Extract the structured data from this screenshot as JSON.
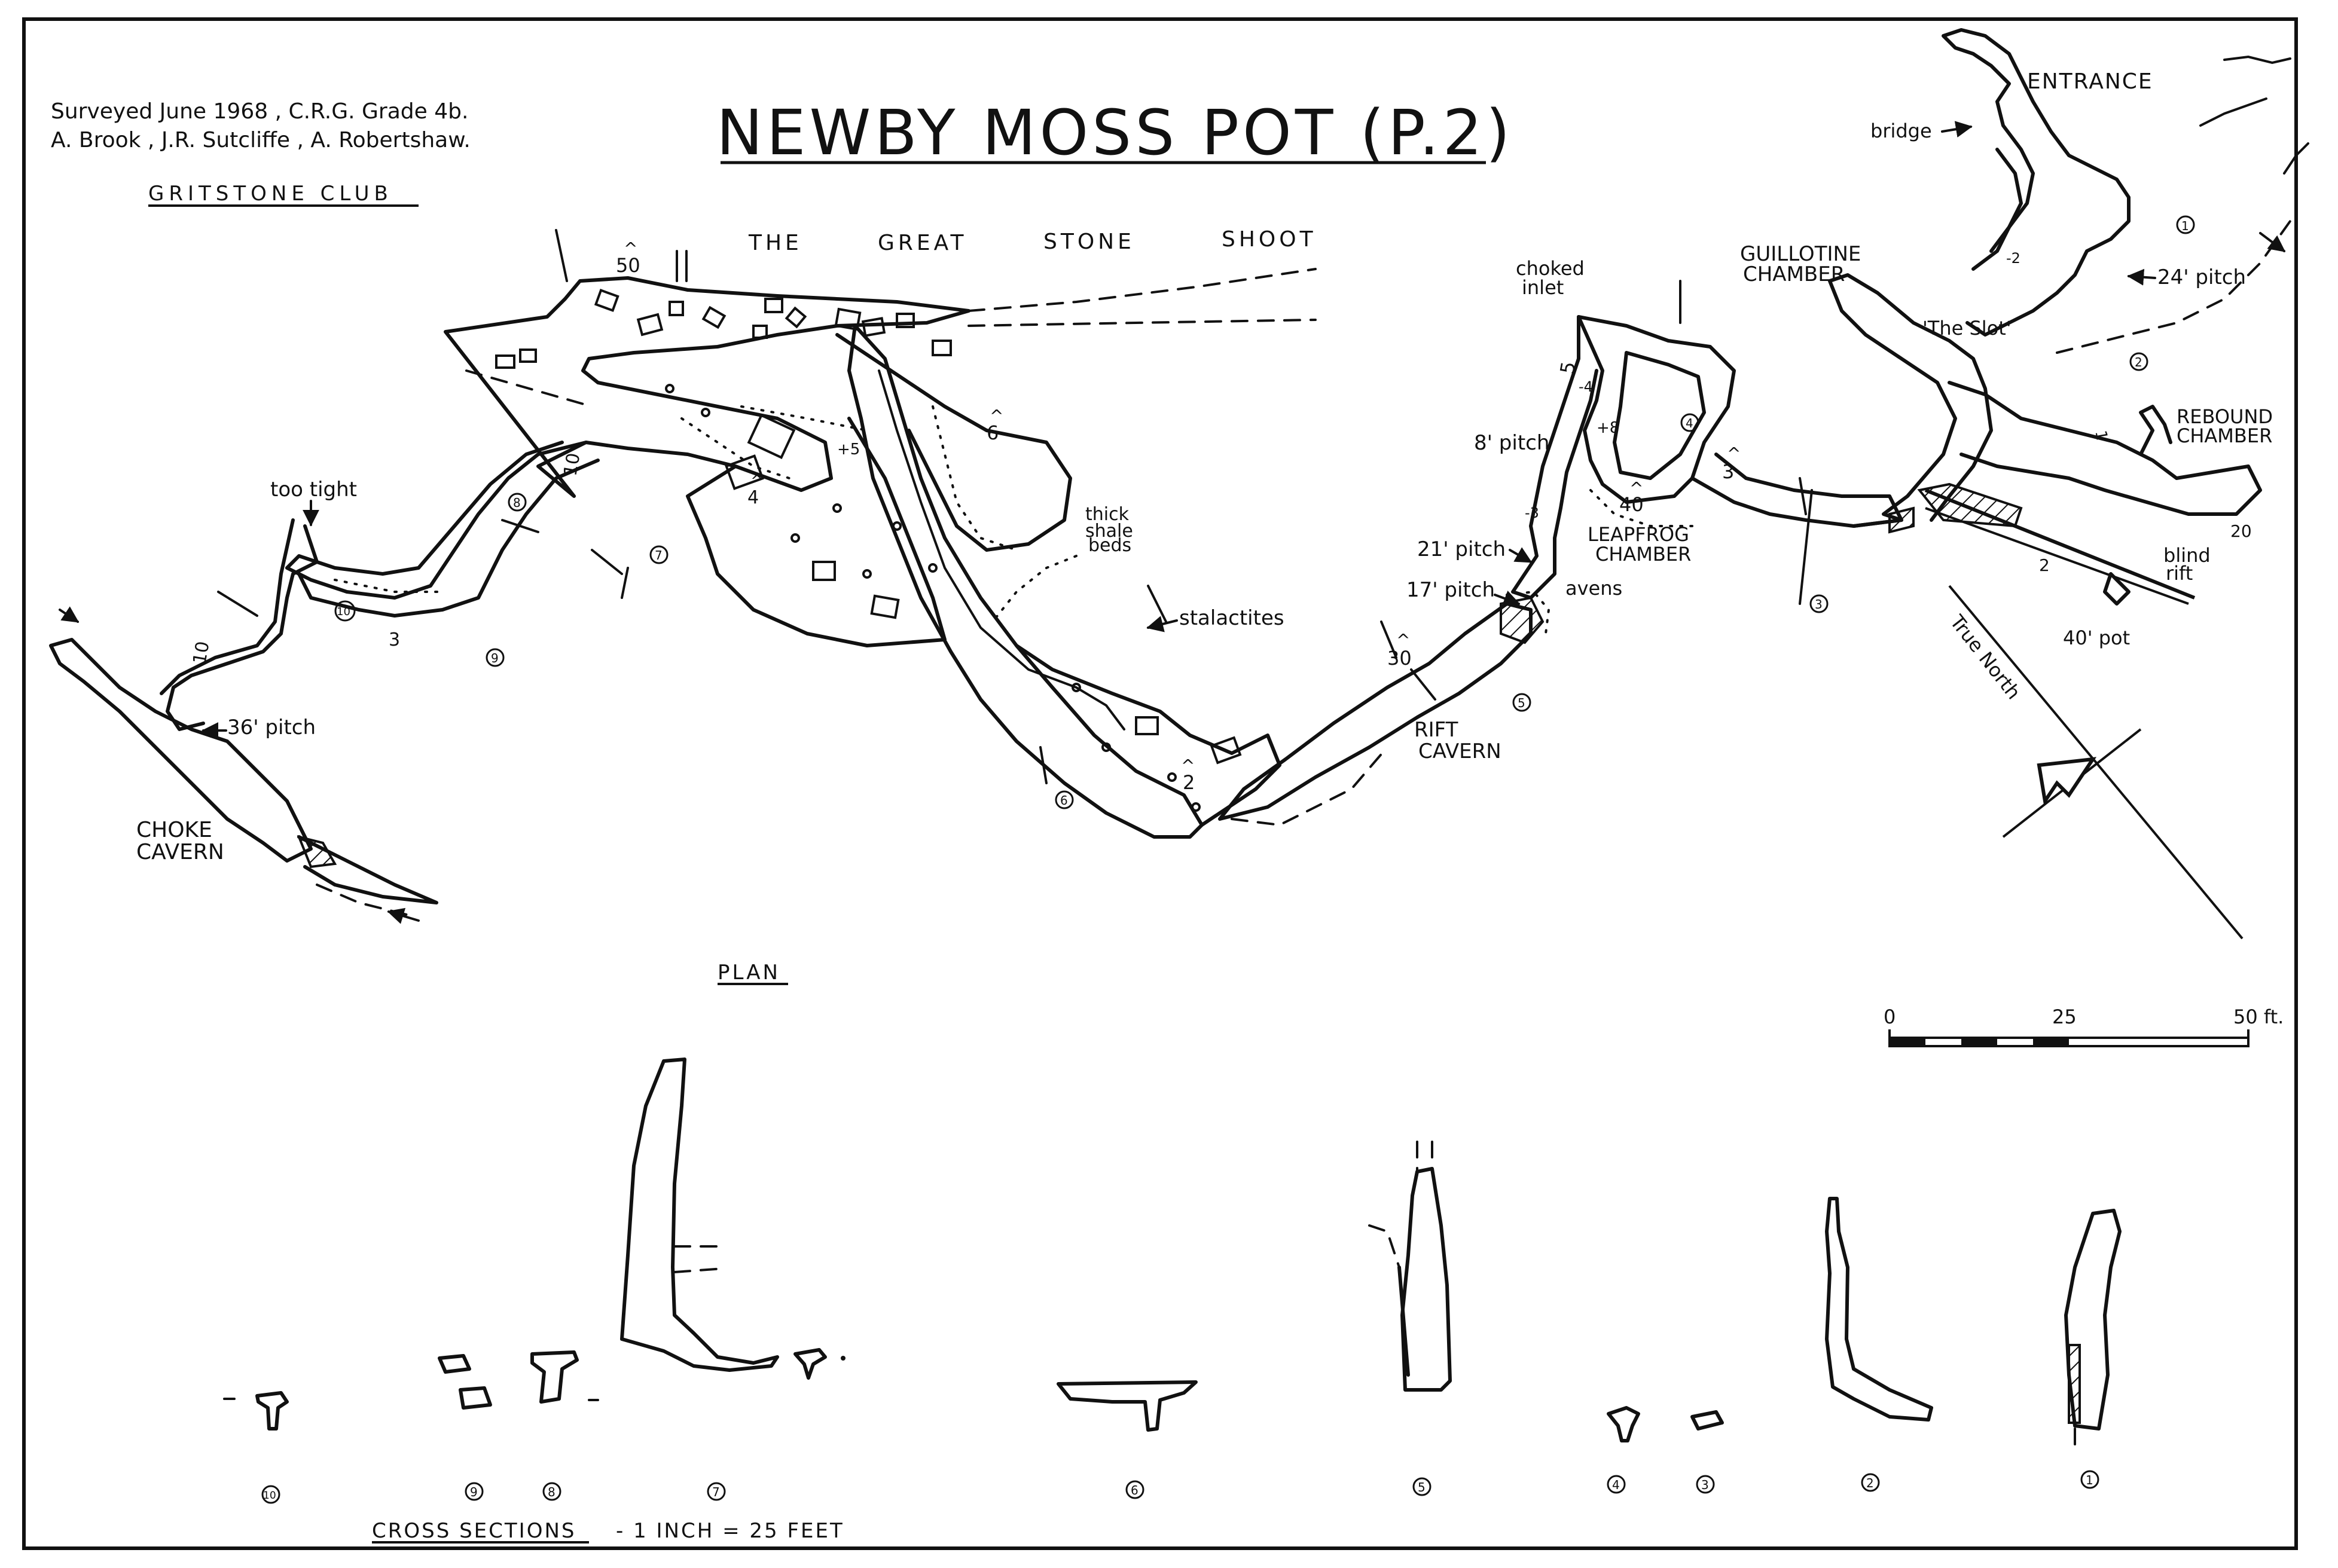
{
  "survey_note": {
    "line1": "Surveyed June 1968 , C.R.G. Grade 4b.",
    "line2": "A. Brook , J.R. Sutcliffe , A. Robertshaw.",
    "club": "GRITSTONE CLUB"
  },
  "title": "NEWBY MOSS POT (P.2)",
  "plan_label": "PLAN",
  "cross_sections_caption": {
    "label": "CROSS SECTIONS",
    "scale": "-  1 INCH  = 25 FEET"
  },
  "scale_bar": {
    "ticks": [
      "0",
      "25",
      "50 ft."
    ],
    "unit": "ft",
    "max_value": 50
  },
  "north_arrow": {
    "label": "True North"
  },
  "features": {
    "the_great_stone_shoot": [
      "THE",
      "GREAT",
      "STONE",
      "SHOOT"
    ],
    "entrance": "ENTRANCE",
    "bridge": "bridge",
    "guillotine_chamber": [
      "GUILLOTINE",
      "CHAMBER"
    ],
    "the_slot": "'The Slot'",
    "pitch_24": "24' pitch",
    "rebound_chamber": [
      "REBOUND",
      "CHAMBER"
    ],
    "blind_rift": [
      "blind",
      "rift"
    ],
    "pot_40": "40' pot",
    "choked_inlet": [
      "choked",
      "inlet"
    ],
    "pitch_8": "8' pitch",
    "leapfrog_chamber": [
      "LEAPFROG",
      "CHAMBER"
    ],
    "pitch_21": "21' pitch",
    "pitch_17": "17' pitch",
    "avens": "avens",
    "rift_cavern": [
      "RIFT",
      "CAVERN"
    ],
    "stalactites": "stalactites",
    "thick_shale_beds": [
      "thick",
      "shale",
      "beds"
    ],
    "too_tight": "too tight",
    "pitch_36": "36' pitch",
    "choke_cavern": [
      "CHOKE",
      "CAVERN"
    ]
  },
  "heights": {
    "h50": "50",
    "h6": "6",
    "h10a": "10",
    "h10b": "10",
    "h4": "4",
    "h5": "5",
    "h40": "40",
    "h3a": "3",
    "h3b": "3",
    "h30": "30",
    "h2a": "2",
    "h2b": "2",
    "h20": "20",
    "h1": "1",
    "plus5": "+5",
    "plus8": "+8",
    "minus3": "-3",
    "minus4": "-4",
    "minus2": "-2"
  },
  "section_markers": {
    "m1": "1",
    "m2": "2",
    "m3": "3",
    "m4": "4",
    "m5": "5",
    "m6": "6",
    "m7": "7",
    "m8": "8",
    "m9": "9",
    "m10": "10"
  },
  "cross_section_numbers": [
    "10",
    "9",
    "8",
    "7",
    "6",
    "5",
    "4",
    "3",
    "2",
    "1"
  ]
}
